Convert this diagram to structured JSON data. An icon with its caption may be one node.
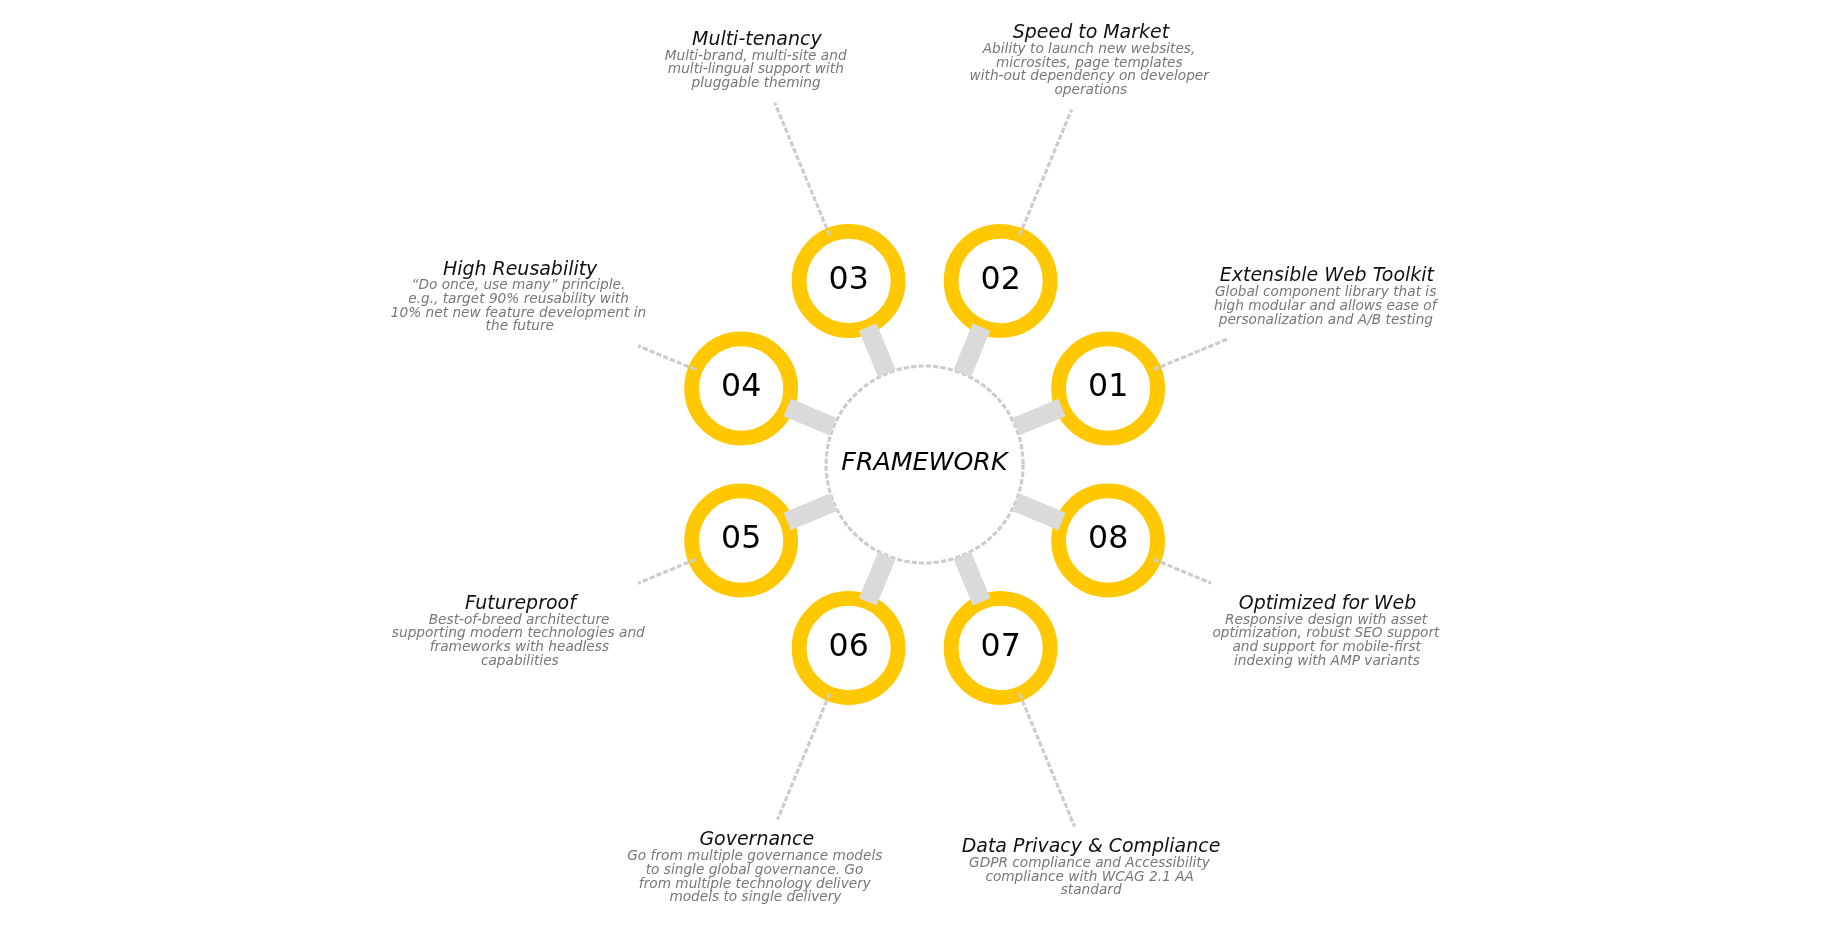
{
  "diagram": {
    "nodes": [
      {
        "text": [
          "FRAMEWORK"
        ]
      },
      {
        "text": [
          "01"
        ]
      },
      {
        "text": [
          "Extensible Web Toolkit",
          "Global component library that is high modular and allows ease of personalization and A/B testing"
        ]
      },
      {
        "text": [
          "02"
        ]
      },
      {
        "text": [
          "Speed to Market",
          "Ability to launch new websites, microsites, page templates with-out dependency on developer operations"
        ]
      },
      {
        "text": [
          "03"
        ]
      },
      {
        "text": [
          "Multi-tenancy",
          "Multi-brand, multi-site and multi-lingual support with pluggable theming"
        ]
      },
      {
        "text": [
          "04"
        ]
      },
      {
        "text": [
          "High Reusability",
          "“Do once, use many” principle. e.g., target 90% reusability with 10% net new feature development in the future"
        ]
      },
      {
        "text": [
          "05"
        ]
      },
      {
        "text": [
          "Futureproof",
          "Best-of-breed architecture supporting modern technologies and frameworks with headless capabilities"
        ]
      },
      {
        "text": [
          "06"
        ]
      },
      {
        "text": [
          "Governance",
          "Go from multiple governance models to single global governance. Go from multiple technology delivery models to single delivery"
        ]
      },
      {
        "text": [
          "07"
        ]
      },
      {
        "text": [
          "Data Privacy & Compliance",
          "GDPR compliance and Accessibility compliance with WCAG 2.1 AA standard"
        ]
      },
      {
        "text": [
          "08"
        ]
      },
      {
        "text": [
          "Optimized for Web",
          "Responsive design with asset optimization, robust SEO support and support for mobile-first indexing with AMP variants"
        ]
      }
    ],
    "edges": [
      {
        "from": 0,
        "to": 1,
        "arrow": "none",
        "style": "thick",
        "color": "#dadada"
      },
      {
        "from": 1,
        "to": 2,
        "arrow": "none",
        "style": "dashed",
        "color": "#cccccc"
      },
      {
        "from": 0,
        "to": 3,
        "arrow": "none",
        "style": "thick",
        "color": "#dadada"
      },
      {
        "from": 3,
        "to": 4,
        "arrow": "none",
        "style": "dashed",
        "color": "#cccccc"
      },
      {
        "from": 0,
        "to": 5,
        "arrow": "none",
        "style": "thick",
        "color": "#dadada"
      },
      {
        "from": 5,
        "to": 6,
        "arrow": "none",
        "style": "dashed",
        "color": "#cccccc"
      },
      {
        "from": 0,
        "to": 7,
        "arrow": "none",
        "style": "thick",
        "color": "#dadada"
      },
      {
        "from": 7,
        "to": 8,
        "arrow": "none",
        "style": "dashed",
        "color": "#cccccc"
      },
      {
        "from": 0,
        "to": 9,
        "arrow": "none",
        "style": "thick",
        "color": "#dadada"
      },
      {
        "from": 9,
        "to": 10,
        "arrow": "none",
        "style": "dashed",
        "color": "#cccccc"
      },
      {
        "from": 0,
        "to": 11,
        "arrow": "none",
        "style": "thick",
        "color": "#dadada"
      },
      {
        "from": 11,
        "to": 12,
        "arrow": "none",
        "style": "dashed",
        "color": "#cccccc"
      },
      {
        "from": 0,
        "to": 13,
        "arrow": "none",
        "style": "thick",
        "color": "#dadada"
      },
      {
        "from": 13,
        "to": 14,
        "arrow": "none",
        "style": "dashed",
        "color": "#cccccc"
      },
      {
        "from": 0,
        "to": 15,
        "arrow": "none",
        "style": "thick",
        "color": "#dadada"
      },
      {
        "from": 15,
        "to": 16,
        "arrow": "none",
        "style": "dashed",
        "color": "#cccccc"
      }
    ]
  }
}
